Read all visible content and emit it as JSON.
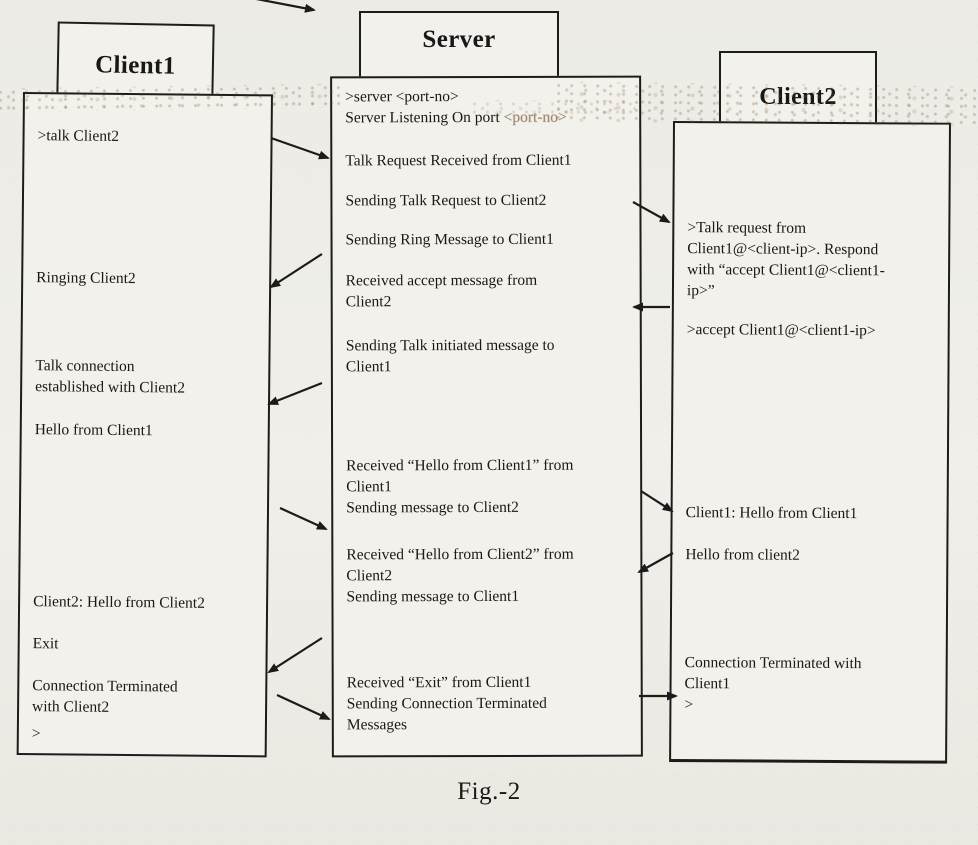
{
  "figure": {
    "caption": "Fig.-2"
  },
  "client1": {
    "title": "Client1",
    "messages": [
      ">talk Client2",
      "Ringing Client2",
      "Talk connection\nestablished with Client2",
      "Hello from Client1",
      "Client2: Hello from Client2",
      "Exit",
      "Connection Terminated\nwith Client2",
      ">"
    ]
  },
  "server": {
    "title": "Server",
    "startup": {
      "line1": ">server <port-no>",
      "line2_text": "Server Listening On port ",
      "line2_port": "<port-no>"
    },
    "messages": [
      "Talk Request Received from Client1",
      "Sending Talk Request to Client2",
      "Sending Ring Message to Client1",
      "Received accept message from\nClient2",
      "Sending Talk initiated message to\nClient1",
      "Received “Hello from Client1” from\nClient1\nSending message to Client2",
      "Received “Hello from Client2” from\nClient2\nSending message to Client1",
      "Received “Exit” from Client1\nSending Connection Terminated\nMessages"
    ]
  },
  "client2": {
    "title": "Client2",
    "messages": [
      ">Talk request from\nClient1@<client-ip>. Respond\nwith “accept Client1@<client1-\nip>”",
      ">accept Client1@<client1-ip>",
      "Client1: Hello from Client1",
      "Hello from client2",
      "Connection Terminated with\nClient1",
      ">"
    ]
  }
}
